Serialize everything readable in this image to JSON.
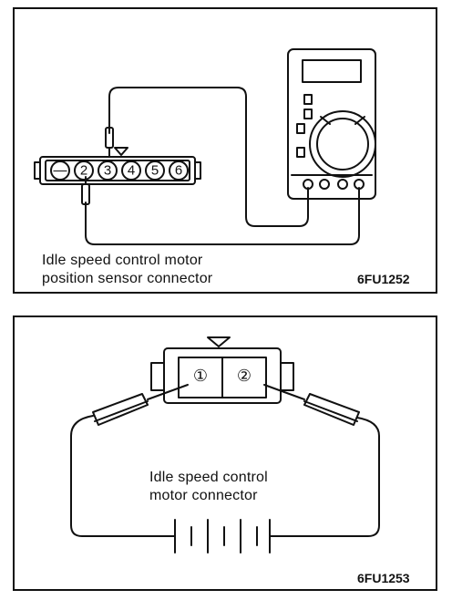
{
  "figure_top": {
    "caption_line1": "Idle speed control motor",
    "caption_line2": "position sensor connector",
    "figure_code": "6FU1252",
    "connector_pins": [
      "—",
      "2",
      "3",
      "4",
      "5",
      "6"
    ]
  },
  "figure_bottom": {
    "caption_line1": "Idle speed control",
    "caption_line2": "motor connector",
    "figure_code": "6FU1253",
    "connector_pins": [
      "①",
      "②"
    ]
  }
}
